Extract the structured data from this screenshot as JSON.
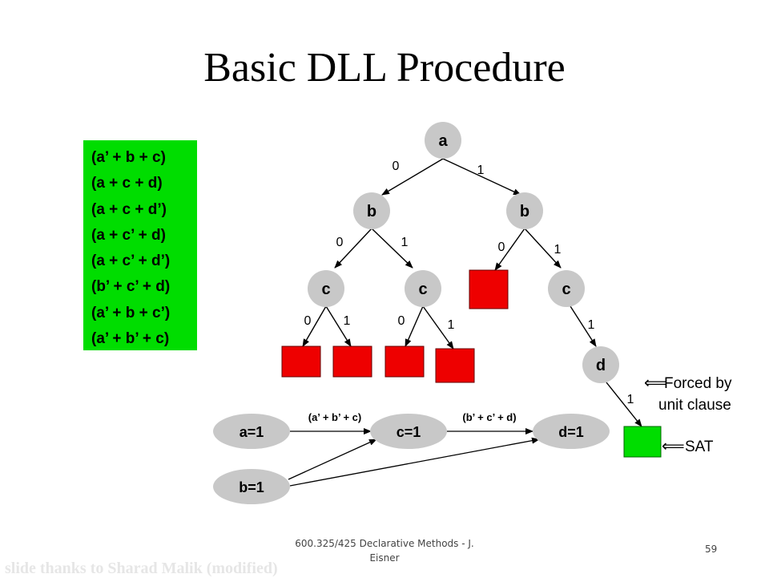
{
  "title": "Basic DLL Procedure",
  "clauses": [
    "(a’ + b + c)",
    "(a + c + d)",
    "(a + c + d’)",
    "(a + c’ + d)",
    "(a + c’ + d’)",
    "(b’ + c’ + d)",
    "(a’ + b + c’)",
    "(a’ + b’ + c)"
  ],
  "tree": {
    "nodes": {
      "a": "a",
      "b_left": "b",
      "b_right": "b",
      "c_ll": "c",
      "c_lr": "c",
      "c_r": "c",
      "d": "d"
    },
    "edges": {
      "a_0": "0",
      "a_1": "1",
      "bl_0": "0",
      "bl_1": "1",
      "br_0": "0",
      "br_1": "1",
      "cll_0": "0",
      "cll_1": "1",
      "clr_0": "0",
      "clr_1": "1",
      "cr_1": "1",
      "d_1": "1"
    }
  },
  "implication": {
    "nodes": {
      "a1": "a=1",
      "b1": "b=1",
      "c1": "c=1",
      "d1": "d=1"
    },
    "edge_labels": {
      "to_c": "(a’ + b’ + c)",
      "to_d": "(b’ + c’ + d)"
    }
  },
  "annotations": {
    "forced_line1": "Forced by",
    "forced_line2": "unit clause",
    "sat": "SAT",
    "arrow": "⟸"
  },
  "colors": {
    "conflict": "#ee0000",
    "sat": "#00dd00",
    "node": "#c8c8c8"
  },
  "footer": {
    "course_line1": "600.325/425 Declarative Methods - J.",
    "course_line2": "Eisner",
    "page": "59",
    "credit": "slide thanks to Sharad Malik (modified)"
  }
}
